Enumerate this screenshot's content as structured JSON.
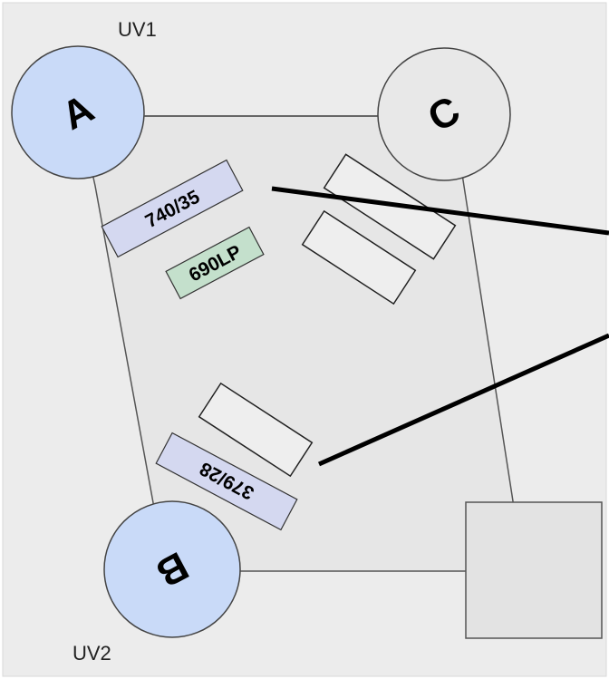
{
  "labels": {
    "uv1": "UV1",
    "uv2": "UV2",
    "corner_a": "A",
    "corner_b": "B",
    "corner_c": "C"
  },
  "filters": {
    "f1": "740/35",
    "f2": "690LP",
    "f3": "379/28"
  },
  "colors": {
    "background_panel": "#ececec",
    "plate": "#e6e6e6",
    "corner_ab": "#c9daf8",
    "corner_c": "#e8e8e8",
    "filter_blue": "#d4d8f0",
    "filter_green": "#c4e0cc"
  }
}
